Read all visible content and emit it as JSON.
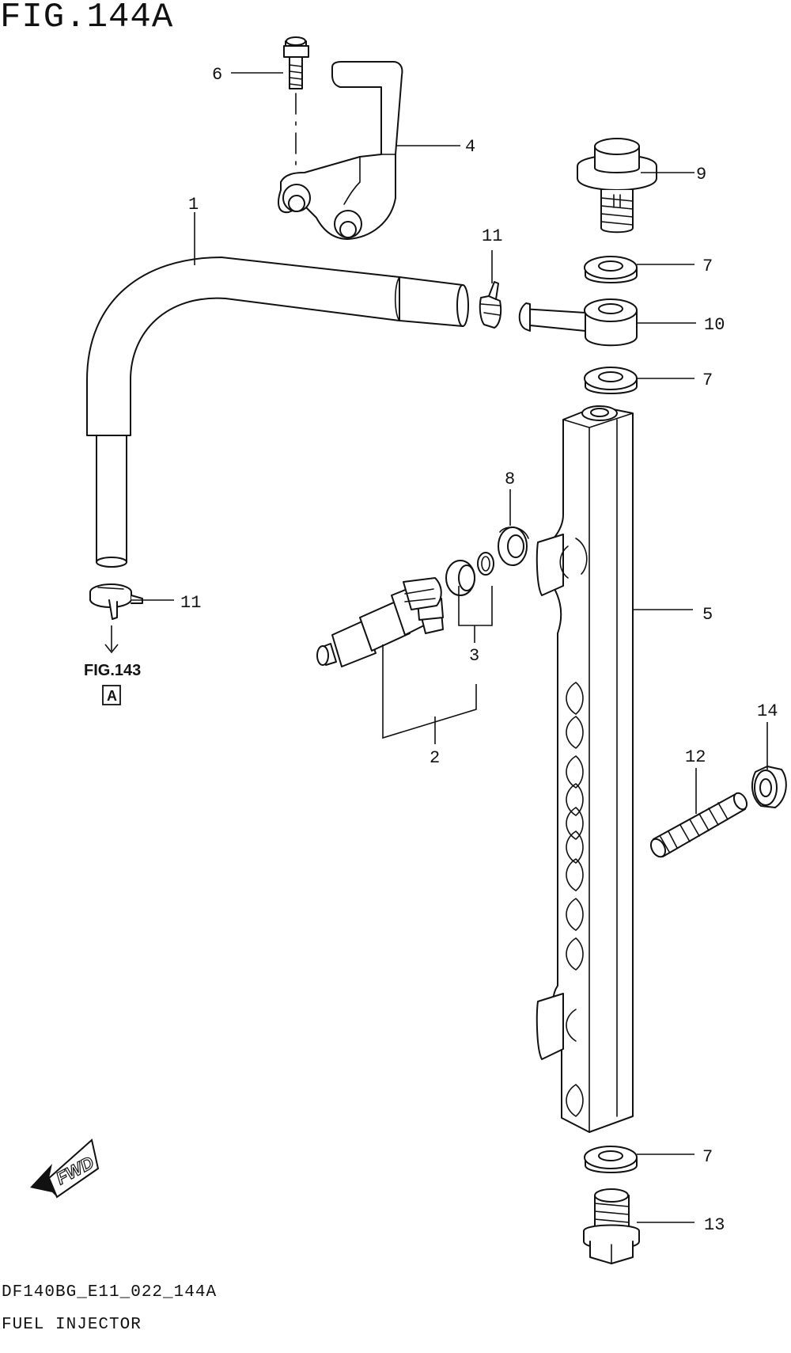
{
  "figure": {
    "title": "FIG.144A",
    "code": "DF140BG_E11_022_144A",
    "name": "FUEL INJECTOR"
  },
  "reference": {
    "fig_label": "FIG.143",
    "box_label": "A"
  },
  "direction": {
    "label": "FWD"
  },
  "callouts": {
    "c1": "1",
    "c2": "2",
    "c3": "3",
    "c4": "4",
    "c5": "5",
    "c6": "6",
    "c7a": "7",
    "c7b": "7",
    "c7c": "7",
    "c8": "8",
    "c9": "9",
    "c10": "10",
    "c11a": "11",
    "c11b": "11",
    "c12": "12",
    "c13": "13",
    "c14": "14"
  }
}
